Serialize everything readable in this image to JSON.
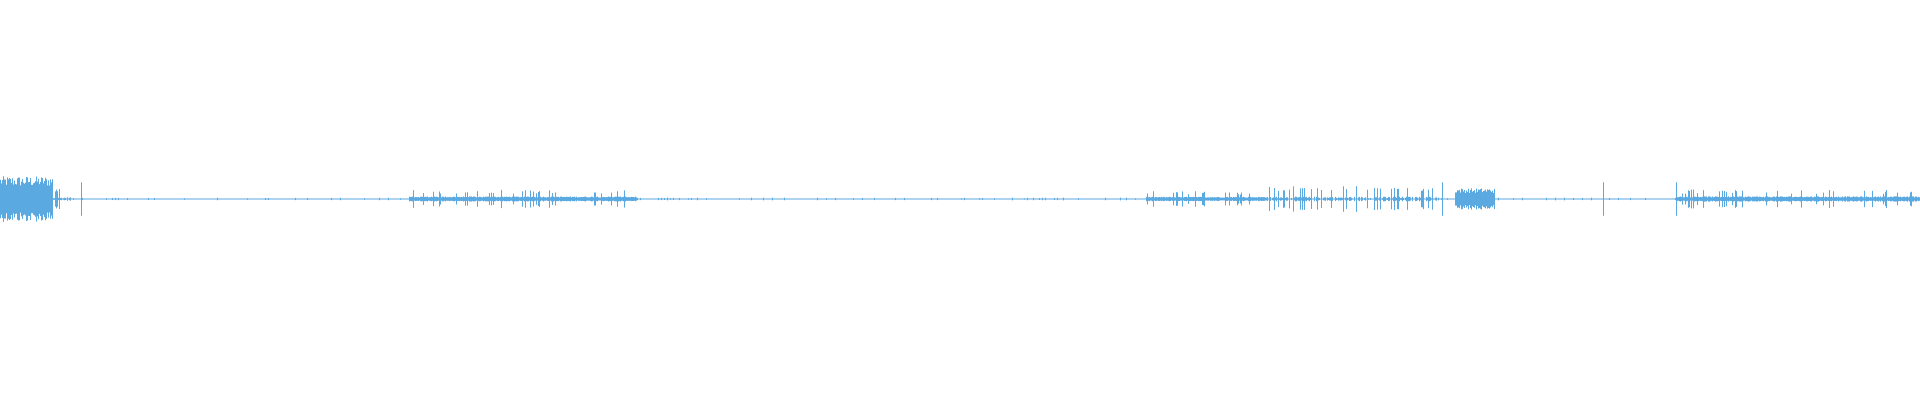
{
  "waveform": {
    "color": "#5aa9e1",
    "background": "#ffffff",
    "duration_fraction_end": 1.0,
    "segments": [
      {
        "name": "burst-1",
        "start": 0.0,
        "end": 0.027,
        "amplitude": 0.95,
        "style": "dense"
      },
      {
        "name": "burst-1-tail",
        "start": 0.027,
        "end": 0.037,
        "amplitude": 0.45,
        "style": "spiky"
      },
      {
        "name": "burst-2",
        "start": 0.213,
        "end": 0.331,
        "amplitude": 0.38,
        "style": "spiky-dense"
      },
      {
        "name": "burst-3a",
        "start": 0.597,
        "end": 0.66,
        "amplitude": 0.33,
        "style": "spiky-dense"
      },
      {
        "name": "burst-3b",
        "start": 0.66,
        "end": 0.748,
        "amplitude": 0.55,
        "style": "spiky"
      },
      {
        "name": "burst-3c",
        "start": 0.758,
        "end": 0.778,
        "amplitude": 0.45,
        "style": "dense"
      },
      {
        "name": "burst-4",
        "start": 0.873,
        "end": 1.0,
        "amplitude": 0.4,
        "style": "spiky-dense"
      }
    ],
    "isolated_ticks": [
      0.042,
      0.751,
      0.835,
      0.873
    ]
  }
}
